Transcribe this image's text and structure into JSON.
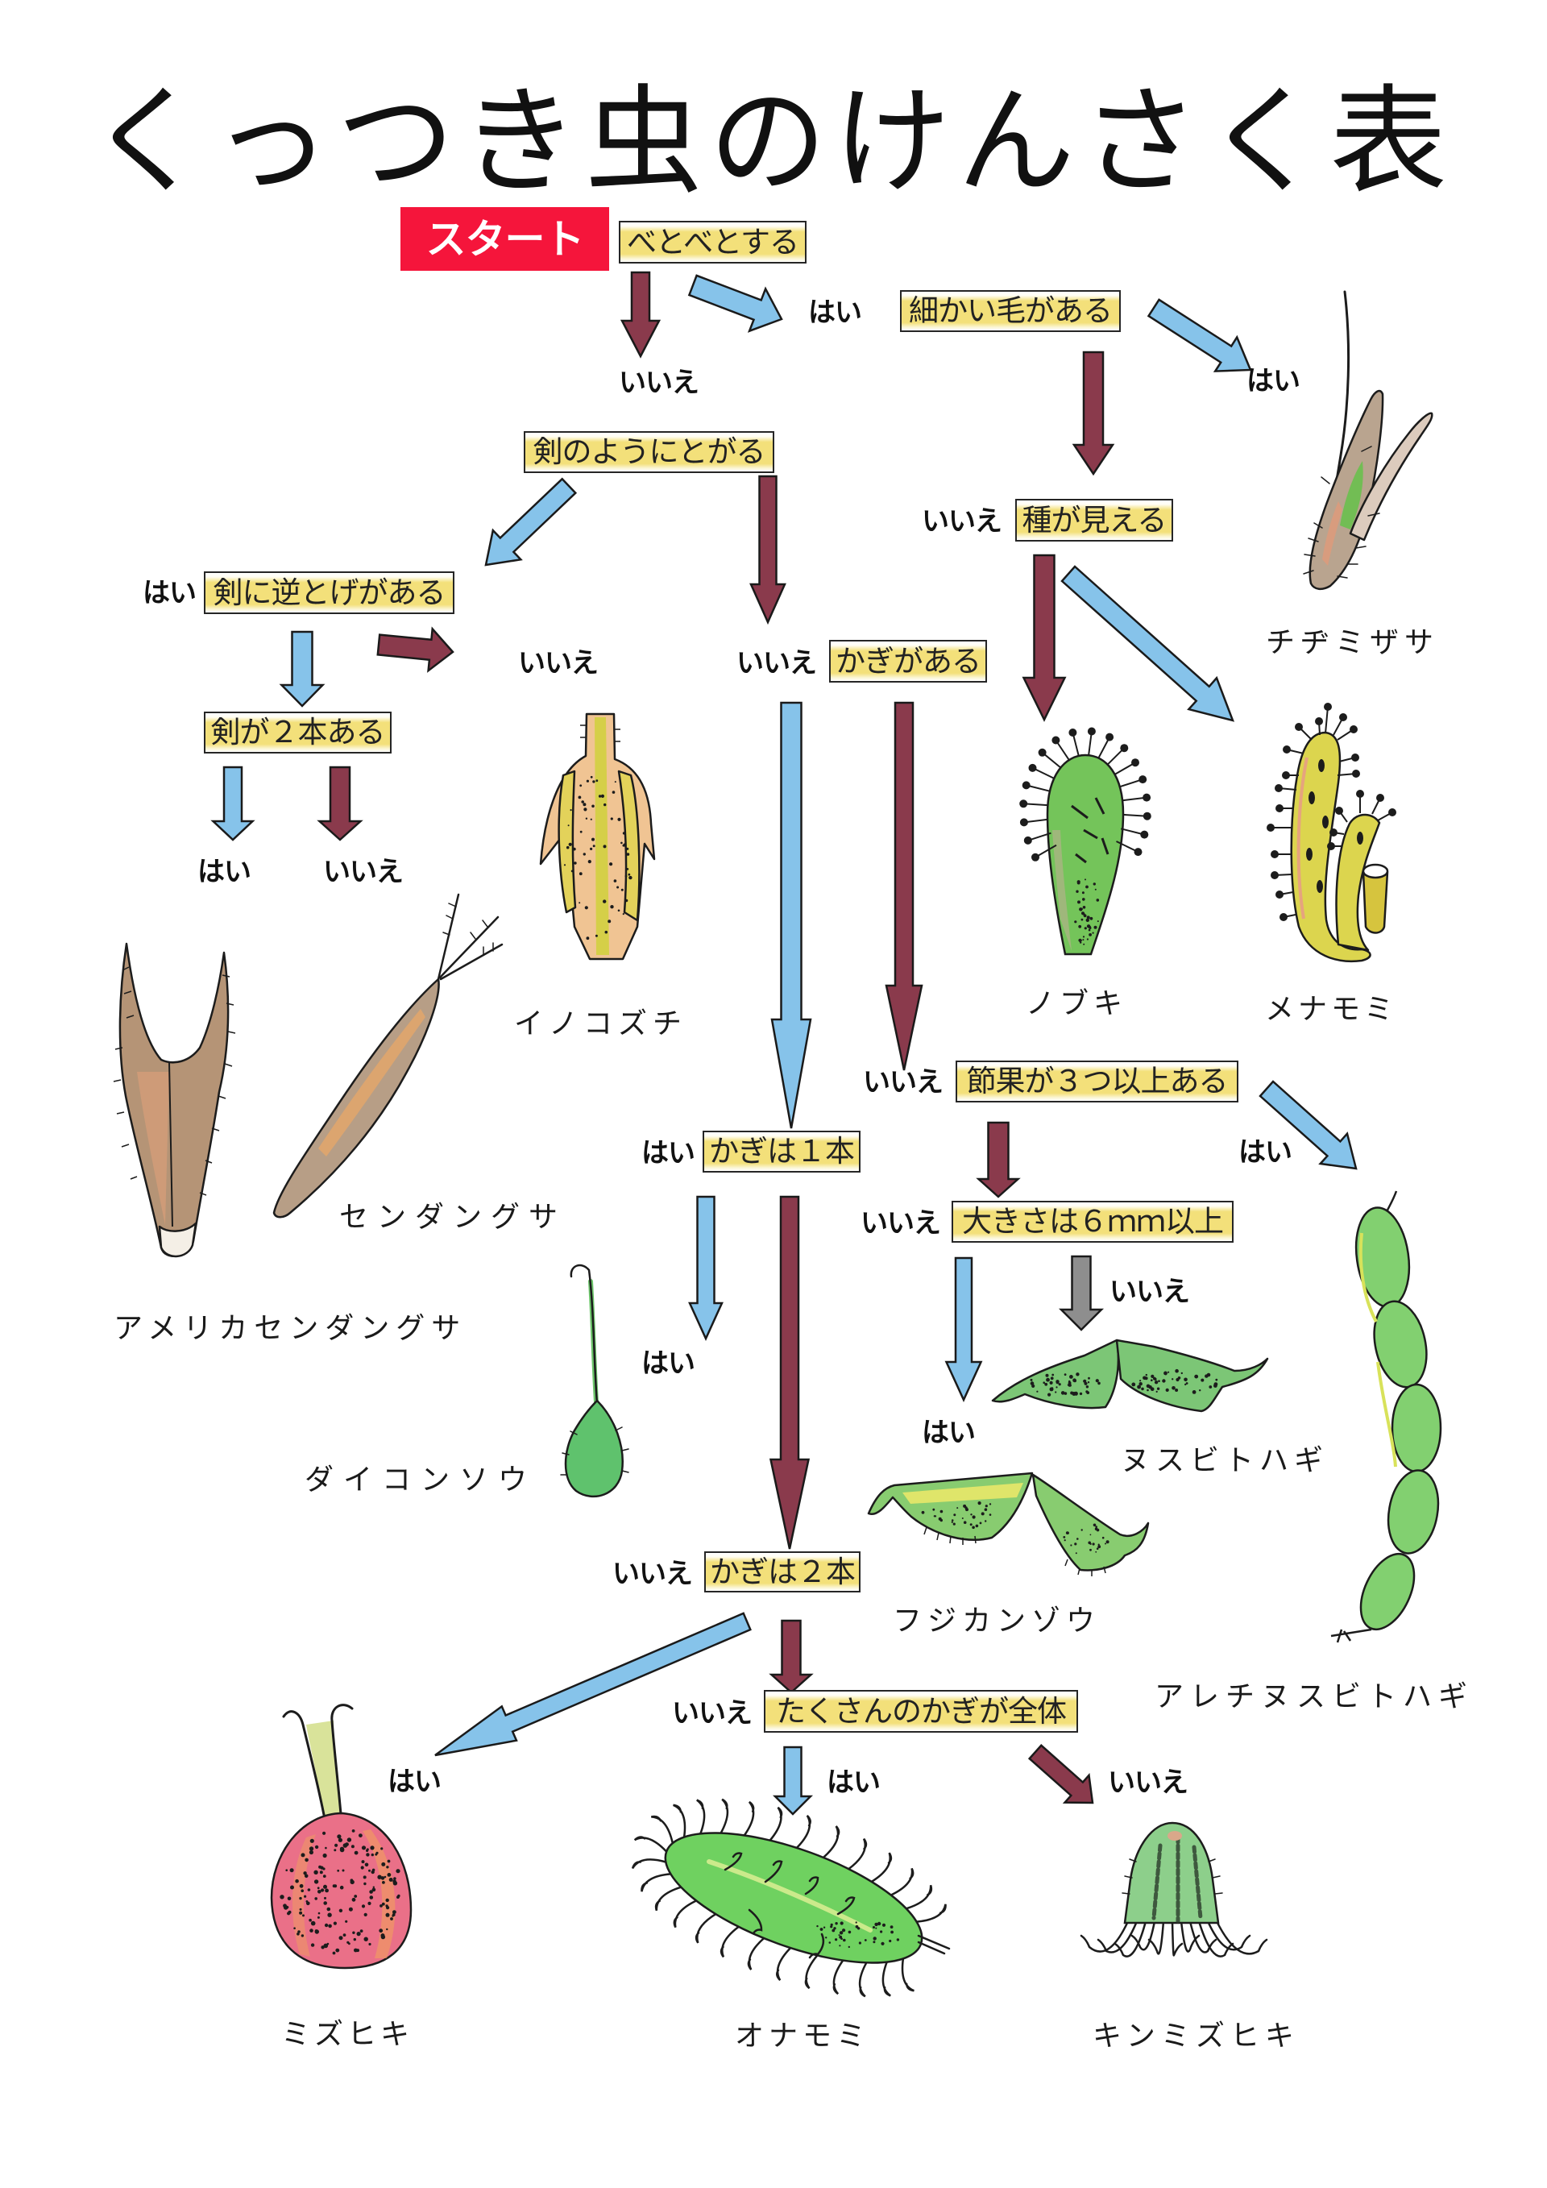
{
  "title": "くっつき虫のけんさく表",
  "start": {
    "label": "スタート"
  },
  "questions": {
    "sticky": "べとべとする",
    "fine_hairs": "細かい毛がある",
    "sword_pointed": "剣のようにとがる",
    "seed_visible": "種が見える",
    "sword_barbs": "剣に逆とげがある",
    "has_hooks": "かぎがある",
    "two_swords": "剣が２本ある",
    "three_segments": "節果が３つ以上ある",
    "one_hook": "かぎは１本",
    "size_6mm": "大きさは６ｍｍ以上",
    "two_hooks": "かぎは２本",
    "hooks_all_over": "たくさんのかぎが全体"
  },
  "answers": {
    "yes": "はい",
    "no": "いいえ"
  },
  "plants": {
    "chijimizasa": "チヂミザサ",
    "nobuki": "ノブキ",
    "menamomi": "メナモミ",
    "inokozuchi": "イノコズチ",
    "sendangusa": "センダングサ",
    "amerika_sendangusa": "アメリカセンダングサ",
    "daikonsou": "ダイコンソウ",
    "nusubitohagi": "ヌスビトハギ",
    "fujikanzou": "フジカンゾウ",
    "arechi_nusubitohagi": "アレチヌスビトハギ",
    "mizuhiki": "ミズヒキ",
    "onamomi": "オナモミ",
    "kinmizuhiki": "キンミズヒキ"
  },
  "colors": {
    "start_bg": "#f5153b",
    "highlight": "#f3e07a",
    "yes_arrow": "#86c3ea",
    "no_arrow": "#8a3a4c",
    "neutral_arrow": "#8e8e8e"
  }
}
